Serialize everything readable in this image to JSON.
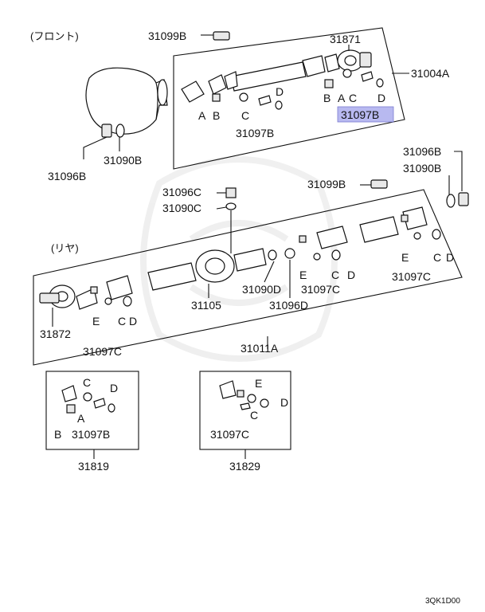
{
  "sections": {
    "front": "(フロント)",
    "rear": "(リヤ)"
  },
  "labels": {
    "p31099B_top": "31099B",
    "p31871": "31871",
    "p31004A": "31004A",
    "p31097B_sel": "31097B",
    "p31097B_front": "31097B",
    "p31096B_left": "31096B",
    "p31090B_left": "31090B",
    "p31096B_right": "31096B",
    "p31090B_right": "31090B",
    "p31099B_mid": "31099B",
    "p31096C": "31096C",
    "p31090C": "31090C",
    "p31105": "31105",
    "p31090D": "31090D",
    "p31096D": "31096D",
    "p31097C_mid": "31097C",
    "p31097C_right": "31097C",
    "p31872": "31872",
    "p31097C_left": "31097C",
    "p31011A": "31011A",
    "p31097B_box": "31097B",
    "p31819": "31819",
    "p31097C_box": "31097C",
    "p31829": "31829"
  },
  "letters": {
    "A": "A",
    "B": "B",
    "C": "C",
    "D": "D",
    "E": "E"
  },
  "code": "3QK1D00",
  "highlight_color": "#b8b9f0"
}
